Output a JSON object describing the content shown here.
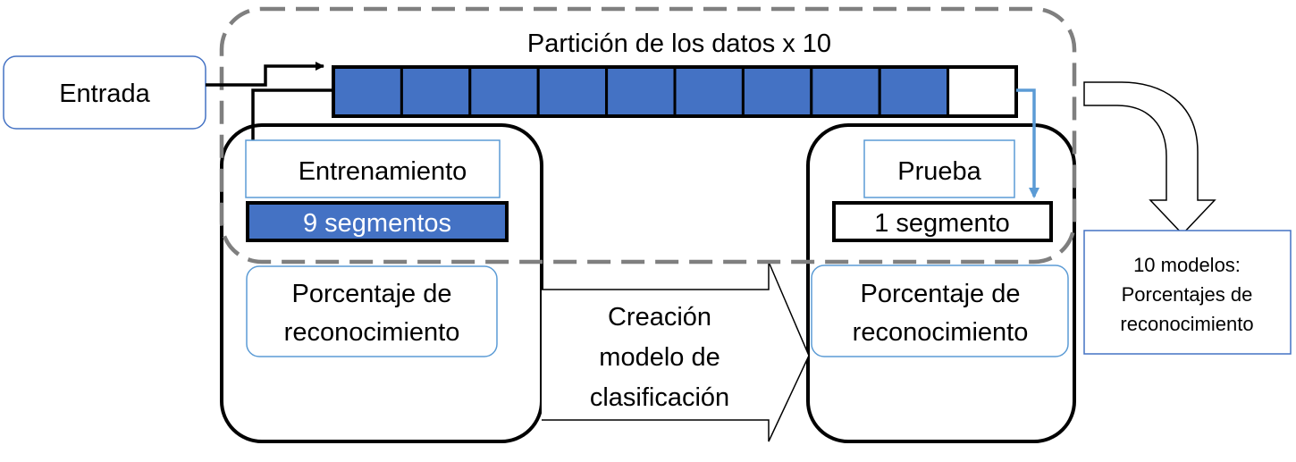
{
  "input": {
    "label": "Entrada"
  },
  "partition": {
    "title": "Partición de los datos x 10",
    "segment_count": 10,
    "training_segment_count": 9,
    "training_color": "#4472c4",
    "test_color": "#ffffff"
  },
  "training": {
    "label": "Entrenamiento",
    "segments_label": "9 segmentos",
    "accuracy_lines": [
      "Porcentaje de",
      "reconocimiento"
    ]
  },
  "test": {
    "label": "Prueba",
    "segments_label": "1 segmento",
    "accuracy_lines": [
      "Porcentaje de",
      "reconocimiento"
    ]
  },
  "model_arrow": {
    "lines": [
      "Creación",
      "modelo de",
      "clasificación"
    ]
  },
  "result": {
    "lines": [
      "10 modelos:",
      "Porcentajes de",
      "reconocimiento"
    ]
  },
  "colors": {
    "accent": "#4472c4",
    "test_arrow": "#5b9bd5",
    "dashed_border": "#7f7f7f",
    "box_border": "#5b9bd5"
  }
}
